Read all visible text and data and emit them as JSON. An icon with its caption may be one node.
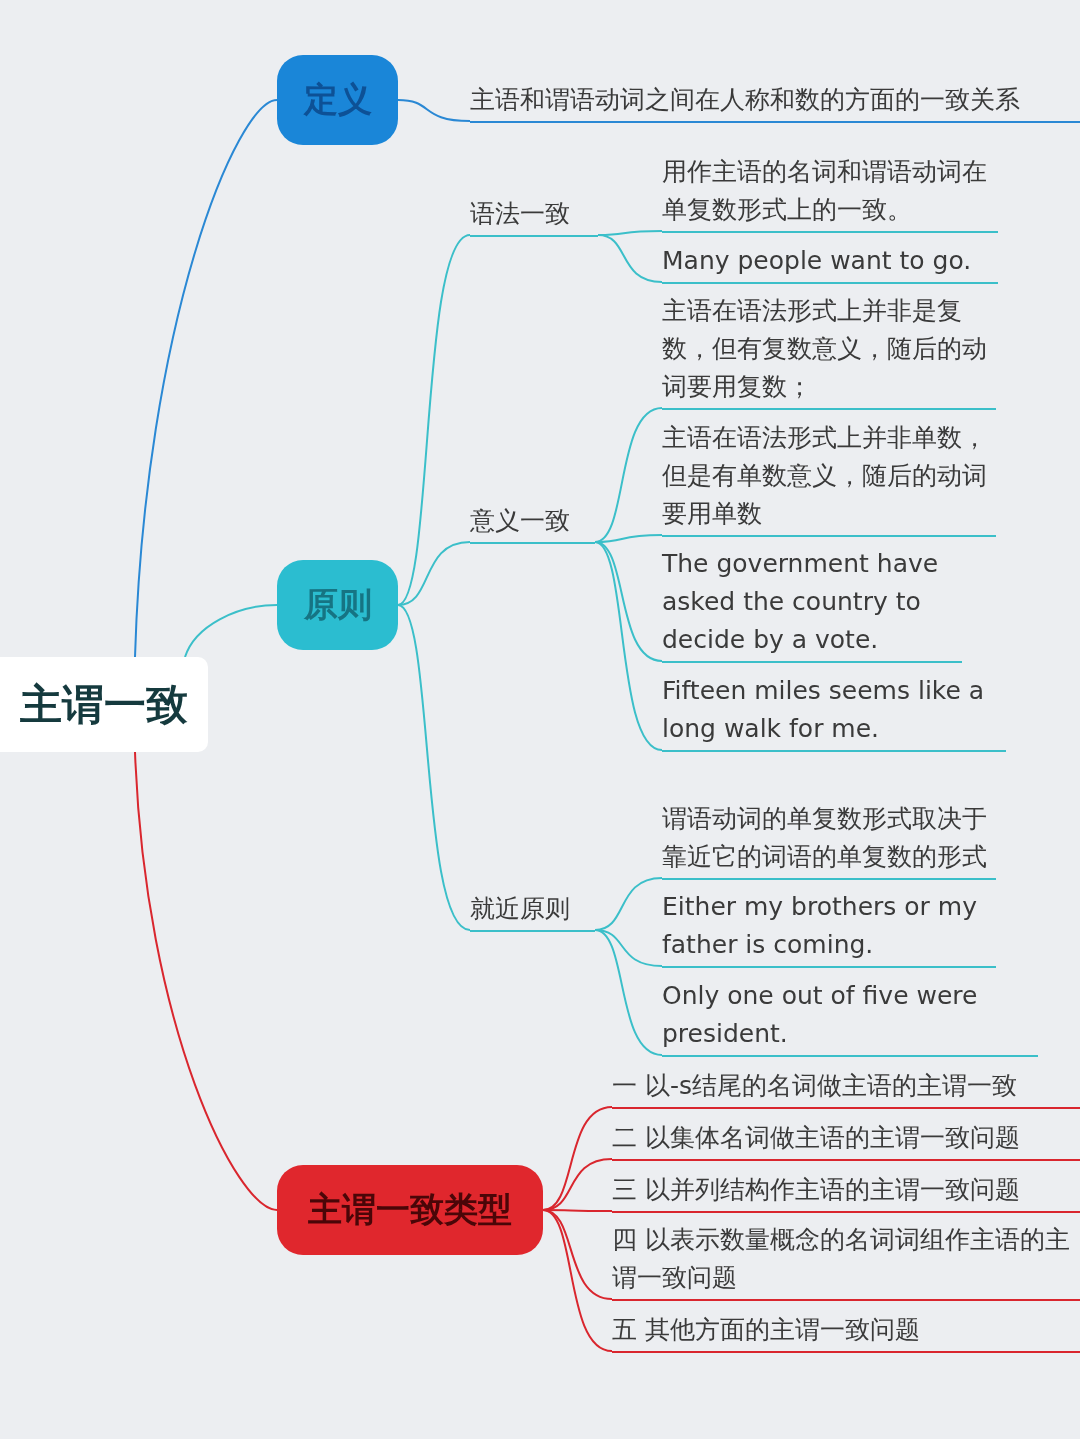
{
  "diagram": {
    "nodes": [
      {
        "text": [
          "主谓一致"
        ]
      },
      {
        "text": [
          "定义"
        ]
      },
      {
        "text": [
          "主语和谓语动词之间在人称和数的方面的一致关系"
        ]
      },
      {
        "text": [
          "原则"
        ]
      },
      {
        "text": [
          "语法一致"
        ]
      },
      {
        "text": [
          "用作主语的名词和谓语动词在单复数形式上的一致。"
        ]
      },
      {
        "text": [
          "Many people want to go."
        ]
      },
      {
        "text": [
          "意义一致"
        ]
      },
      {
        "text": [
          "主语在语法形式上并非是复数，但有复数意义，随后的动词要用复数；"
        ]
      },
      {
        "text": [
          "主语在语法形式上并非单数，但是有单数意义，随后的动词要用单数"
        ]
      },
      {
        "text": [
          "The government have asked the country to decide by a vote."
        ]
      },
      {
        "text": [
          "Fifteen miles seems like a long walk for me."
        ]
      },
      {
        "text": [
          "就近原则"
        ]
      },
      {
        "text": [
          "谓语动词的单复数形式取决于靠近它的词语的单复数的形式"
        ]
      },
      {
        "text": [
          "Either my brothers or my father is coming."
        ]
      },
      {
        "text": [
          "Only one out of five were president."
        ]
      },
      {
        "text": [
          "主谓一致类型"
        ]
      },
      {
        "text": [
          "一 以-s结尾的名词做主语的主谓一致"
        ]
      },
      {
        "text": [
          "二 以集体名词做主语的主谓一致问题"
        ]
      },
      {
        "text": [
          "三 以并列结构作主语的主谓一致问题"
        ]
      },
      {
        "text": [
          "四 以表示数量概念的名词词组作主语的主谓一致问题"
        ]
      },
      {
        "text": [
          "五 其他方面的主谓一致问题"
        ]
      }
    ],
    "edges": [
      {
        "from": 0,
        "to": 1,
        "arrow": "none",
        "color": "#2a88d4"
      },
      {
        "from": 1,
        "to": 2,
        "arrow": "none",
        "color": "#2a88d4"
      },
      {
        "from": 0,
        "to": 3,
        "arrow": "none"
      },
      {
        "from": 3,
        "to": 4,
        "arrow": "none"
      },
      {
        "from": 4,
        "to": 5,
        "arrow": "none"
      },
      {
        "from": 4,
        "to": 6,
        "arrow": "none"
      },
      {
        "from": 3,
        "to": 7,
        "arrow": "none"
      },
      {
        "from": 7,
        "to": 8,
        "arrow": "none"
      },
      {
        "from": 7,
        "to": 9,
        "arrow": "none"
      },
      {
        "from": 7,
        "to": 10,
        "arrow": "none"
      },
      {
        "from": 7,
        "to": 11,
        "arrow": "none"
      },
      {
        "from": 3,
        "to": 12,
        "arrow": "none"
      },
      {
        "from": 12,
        "to": 13,
        "arrow": "none"
      },
      {
        "from": 12,
        "to": 14,
        "arrow": "none"
      },
      {
        "from": 12,
        "to": 15,
        "arrow": "none"
      },
      {
        "from": 0,
        "to": 16,
        "arrow": "none",
        "color": "#d9262e"
      },
      {
        "from": 16,
        "to": 17,
        "arrow": "none",
        "color": "#d9262e"
      },
      {
        "from": 16,
        "to": 18,
        "arrow": "none",
        "color": "#d9262e"
      },
      {
        "from": 16,
        "to": 19,
        "arrow": "none",
        "color": "#d9262e"
      },
      {
        "from": 16,
        "to": 20,
        "arrow": "none",
        "color": "#d9262e"
      },
      {
        "from": 16,
        "to": 21,
        "arrow": "none",
        "color": "#d9262e"
      }
    ]
  }
}
